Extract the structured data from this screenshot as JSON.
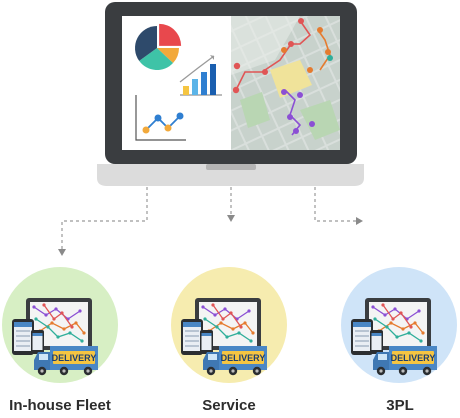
{
  "nodes": [
    {
      "label": "In-house Fleet",
      "circle_color": "#d7efc4",
      "badge": "DELIVERY"
    },
    {
      "label": "Service",
      "circle_color": "#f6ecaf",
      "badge": "DELIVERY"
    },
    {
      "label": "3PL",
      "circle_color": "#cfe4f8",
      "badge": "DELIVERY"
    }
  ],
  "colors": {
    "laptop_frame": "#3a3d40",
    "laptop_base": "#dcdcdc",
    "connector": "#9a9a9a",
    "truck_body": "#4a87c5",
    "badge_fill": "#f5c542",
    "pie": [
      "#e8484d",
      "#f2a93b",
      "#3ec3a7",
      "#2e4a6b"
    ],
    "bars": [
      "#f5c542",
      "#5bb4e8",
      "#2f7fd1",
      "#1a5fb0"
    ]
  },
  "icons": [
    "pie-chart-icon",
    "bar-chart-icon",
    "line-chart-icon",
    "map-pin-icon",
    "delivery-truck-icon",
    "tablet-icon",
    "smartphone-icon",
    "monitor-icon"
  ]
}
